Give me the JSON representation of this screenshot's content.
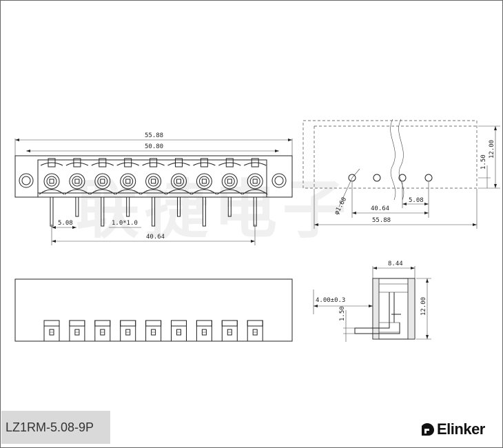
{
  "part_number": "LZ1RM-5.08-9P",
  "brand": {
    "name": "Elinker",
    "watermark": "联捷电子"
  },
  "front_view": {
    "dim_overall": "55.88",
    "dim_body": "50.80",
    "dim_pitch": "5.08",
    "dim_pin": "1.0*1.0",
    "dim_span": "40.64"
  },
  "pcb_layout": {
    "dim_hole": "φ1.60",
    "dim_span": "40.64",
    "dim_pitch": "5.08",
    "dim_overall": "55.88",
    "dim_height": "12.00",
    "dim_offset": "1.50"
  },
  "side_view": {
    "dim_width": "8.44",
    "dim_pin_len": "4.00±0.3",
    "dim_height": "12.00",
    "dim_offset": "1.50"
  },
  "pin_count": 9
}
